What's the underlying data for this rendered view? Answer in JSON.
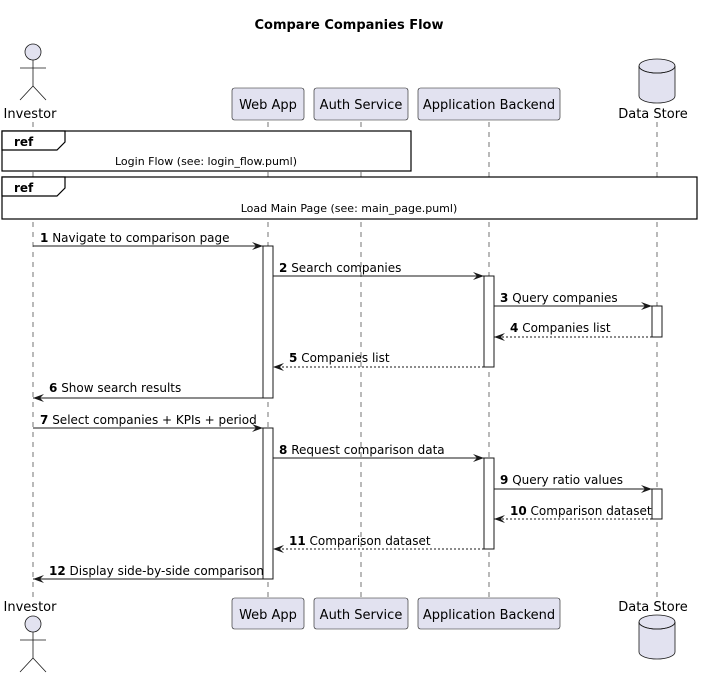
{
  "title": "Compare Companies Flow",
  "participants": {
    "investor": "Investor",
    "webapp": "Web App",
    "auth": "Auth Service",
    "backend": "Application Backend",
    "datastore": "Data Store"
  },
  "refs": [
    {
      "header": "ref",
      "text": "Login Flow (see: login_flow.puml)"
    },
    {
      "header": "ref",
      "text": "Load Main Page (see: main_page.puml)"
    }
  ],
  "messages": [
    {
      "num": "1",
      "label": "Navigate to comparison page",
      "from": "investor",
      "to": "webapp",
      "style": "solid"
    },
    {
      "num": "2",
      "label": "Search companies",
      "from": "webapp",
      "to": "backend",
      "style": "solid"
    },
    {
      "num": "3",
      "label": "Query companies",
      "from": "backend",
      "to": "datastore",
      "style": "solid"
    },
    {
      "num": "4",
      "label": "Companies list",
      "from": "datastore",
      "to": "backend",
      "style": "dashed"
    },
    {
      "num": "5",
      "label": "Companies list",
      "from": "backend",
      "to": "webapp",
      "style": "dashed"
    },
    {
      "num": "6",
      "label": "Show search results",
      "from": "webapp",
      "to": "investor",
      "style": "solid"
    },
    {
      "num": "7",
      "label": "Select companies + KPIs + period",
      "from": "investor",
      "to": "webapp",
      "style": "solid"
    },
    {
      "num": "8",
      "label": "Request comparison data",
      "from": "webapp",
      "to": "backend",
      "style": "solid"
    },
    {
      "num": "9",
      "label": "Query ratio values",
      "from": "backend",
      "to": "datastore",
      "style": "solid"
    },
    {
      "num": "10",
      "label": "Comparison dataset",
      "from": "datastore",
      "to": "backend",
      "style": "dashed"
    },
    {
      "num": "11",
      "label": "Comparison dataset",
      "from": "backend",
      "to": "webapp",
      "style": "dashed"
    },
    {
      "num": "12",
      "label": "Display side-by-side comparison",
      "from": "webapp",
      "to": "investor",
      "style": "solid"
    }
  ]
}
